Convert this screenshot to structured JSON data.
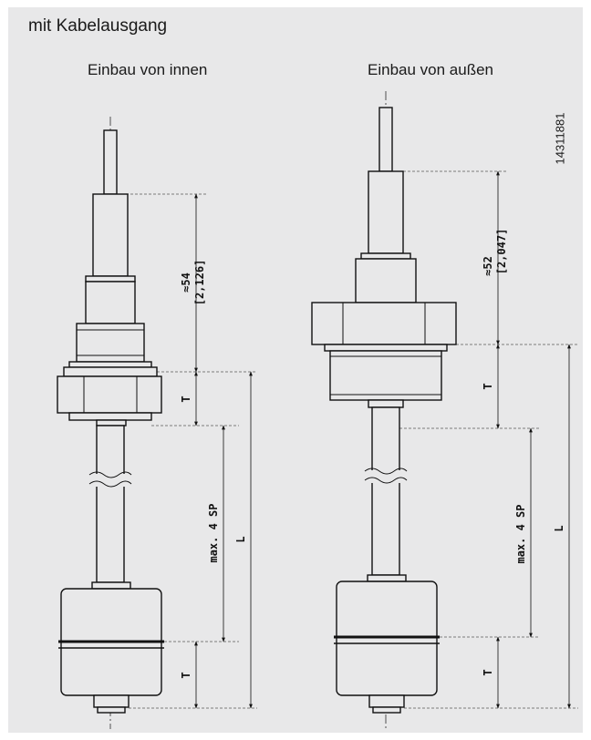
{
  "title": "mit Kabelausgang",
  "views": [
    {
      "label": "Einbau von innen",
      "dim_top": "≈54",
      "dim_top_inch": "[2,126]",
      "dim_t1": "T",
      "dim_sp": "max. 4 SP",
      "dim_l": "L",
      "dim_t2": "T"
    },
    {
      "label": "Einbau von außen",
      "dim_top": "≈52",
      "dim_top_inch": "[2,047]",
      "dim_t1": "T",
      "dim_sp": "max. 4 SP",
      "dim_l": "L",
      "dim_t2": "T"
    }
  ],
  "drawing_number": "14311881",
  "colors": {
    "background": "#e8e8e9",
    "line": "#111111"
  }
}
